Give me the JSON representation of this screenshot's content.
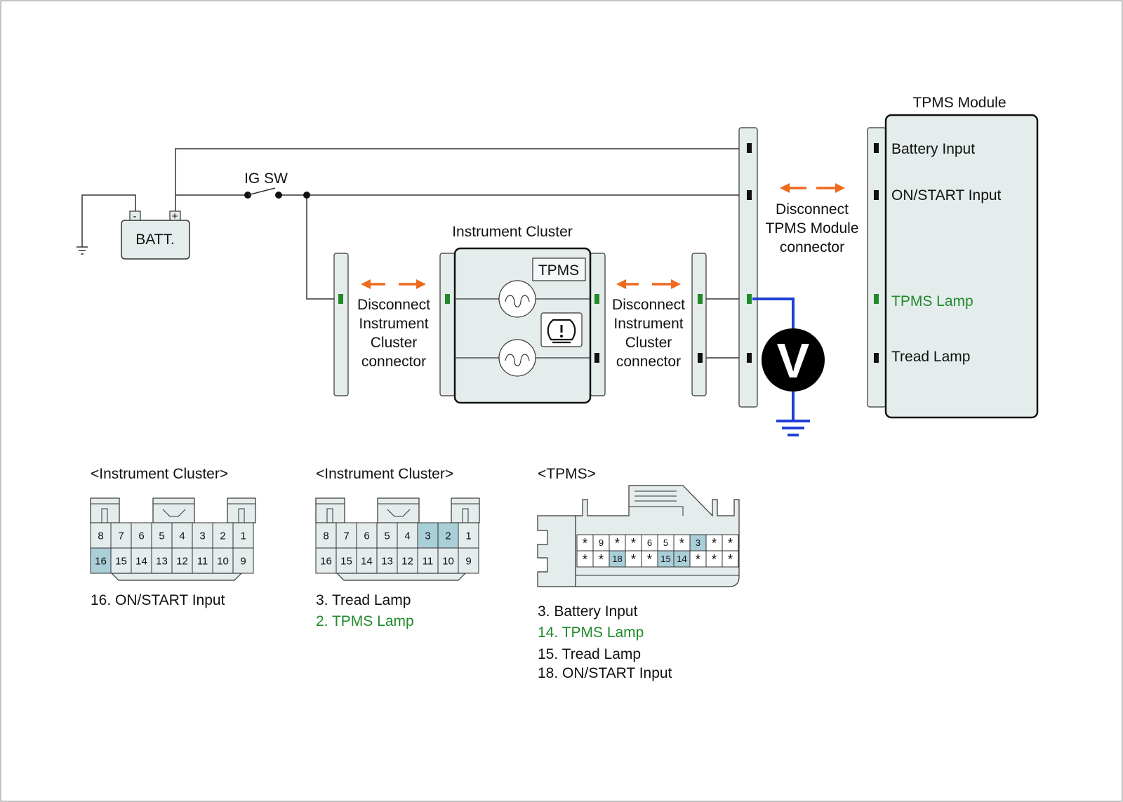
{
  "battery": {
    "label": "BATT.",
    "neg": "-",
    "pos": "+"
  },
  "ignition_switch": {
    "label": "IG SW"
  },
  "instrument_cluster": {
    "title": "Instrument Cluster",
    "tpms_box": "TPMS"
  },
  "disconnect_left": [
    "Disconnect",
    "Instrument",
    "Cluster",
    "connector"
  ],
  "disconnect_mid": [
    "Disconnect",
    "Instrument",
    "Cluster",
    "connector"
  ],
  "disconnect_right": [
    "Disconnect",
    "TPMS Module",
    "connector"
  ],
  "tpms_module": {
    "title": "TPMS Module",
    "pins": [
      {
        "label": "Battery Input",
        "highlight": false
      },
      {
        "label": "ON/START Input",
        "highlight": false
      },
      {
        "label": "TPMS Lamp",
        "highlight": true
      },
      {
        "label": "Tread Lamp",
        "highlight": false
      }
    ]
  },
  "voltmeter": {
    "label": "V"
  },
  "connector_views": [
    {
      "title": "<Instrument Cluster>",
      "row_top": [
        "8",
        "7",
        "6",
        "5",
        "4",
        "3",
        "2",
        "1"
      ],
      "row_bottom": [
        "16",
        "15",
        "14",
        "13",
        "12",
        "11",
        "10",
        "9"
      ],
      "highlighted": [
        "16"
      ],
      "notes": [
        {
          "text": "16. ON/START Input",
          "green": false
        }
      ]
    },
    {
      "title": "<Instrument Cluster>",
      "row_top": [
        "8",
        "7",
        "6",
        "5",
        "4",
        "3",
        "2",
        "1"
      ],
      "row_bottom": [
        "16",
        "15",
        "14",
        "13",
        "12",
        "11",
        "10",
        "9"
      ],
      "highlighted": [
        "3",
        "2"
      ],
      "notes": [
        {
          "text": "3. Tread Lamp",
          "green": false
        },
        {
          "text": "2. TPMS Lamp",
          "green": true
        }
      ]
    },
    {
      "title": "<TPMS>",
      "row_top": [
        "*",
        "9",
        "*",
        "*",
        "6",
        "5",
        "*",
        "3",
        "*",
        "*"
      ],
      "row_bottom": [
        "*",
        "*",
        "18",
        "*",
        "*",
        "15",
        "14",
        "*",
        "*",
        "*"
      ],
      "highlighted": [
        "3",
        "18",
        "15",
        "14"
      ],
      "notes": [
        {
          "text": "3. Battery Input",
          "green": false
        },
        {
          "text": "14. TPMS Lamp",
          "green": true
        },
        {
          "text": "15. Tread Lamp",
          "green": false
        },
        {
          "text": "18. ON/START Input",
          "green": false
        }
      ]
    }
  ],
  "colors": {
    "wire": "#333333",
    "probe_wire": "#1f3fd6",
    "arrow": "#ee6a1f",
    "highlight_pin": "#1f8a2a",
    "connector_fill": "#e4ecec",
    "pin_highlight_fill": "#a9cfd8"
  }
}
